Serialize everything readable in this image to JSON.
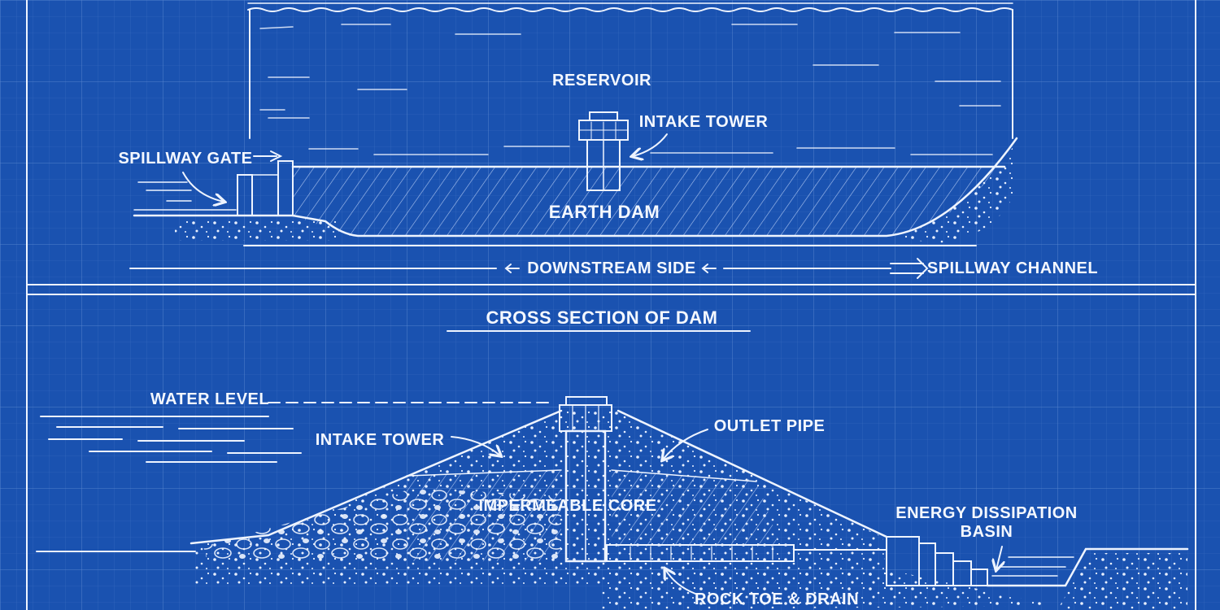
{
  "plan_view": {
    "reservoir": "RESERVOIR",
    "intake_tower": "INTAKE TOWER",
    "spillway_gate": "SPILLWAY GATE",
    "earth_dam": "EARTH DAM",
    "downstream_side": "DOWNSTREAM SIDE",
    "spillway_channel": "SPILLWAY CHANNEL"
  },
  "section_title": "CROSS SECTION OF DAM",
  "cross_section": {
    "water_level": "WATER LEVEL",
    "intake_tower": "INTAKE TOWER",
    "outlet_pipe": "OUTLET PIPE",
    "impermeable_core": "IMPERMEABLE CORE",
    "energy_dissipation_line1": "ENERGY DISSIPATION",
    "energy_dissipation_line2": "BASIN",
    "rock_toe": "ROCK TOE & DRAIN"
  },
  "colors": {
    "background": "#1a52b0",
    "ink": "#eef4ff"
  }
}
